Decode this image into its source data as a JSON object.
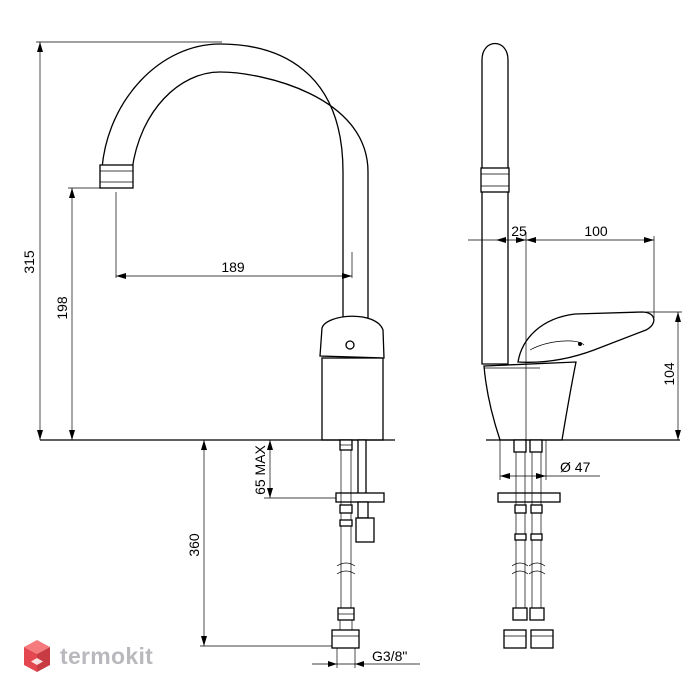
{
  "dimensions": {
    "total_height": "315",
    "spout_height": "198",
    "spout_reach": "189",
    "max_thickness": "65 MAX",
    "hose_length": "360",
    "thread": "G3/8\"",
    "offset": "25",
    "handle_length": "100",
    "handle_height": "104",
    "base_diameter": "Ø 47"
  },
  "brand": {
    "name": "termokit"
  },
  "colors": {
    "line": "#000000",
    "logo_text": "#b9b9bd",
    "logo_red": "#e4474f",
    "logo_blue": "#4a82c4"
  }
}
